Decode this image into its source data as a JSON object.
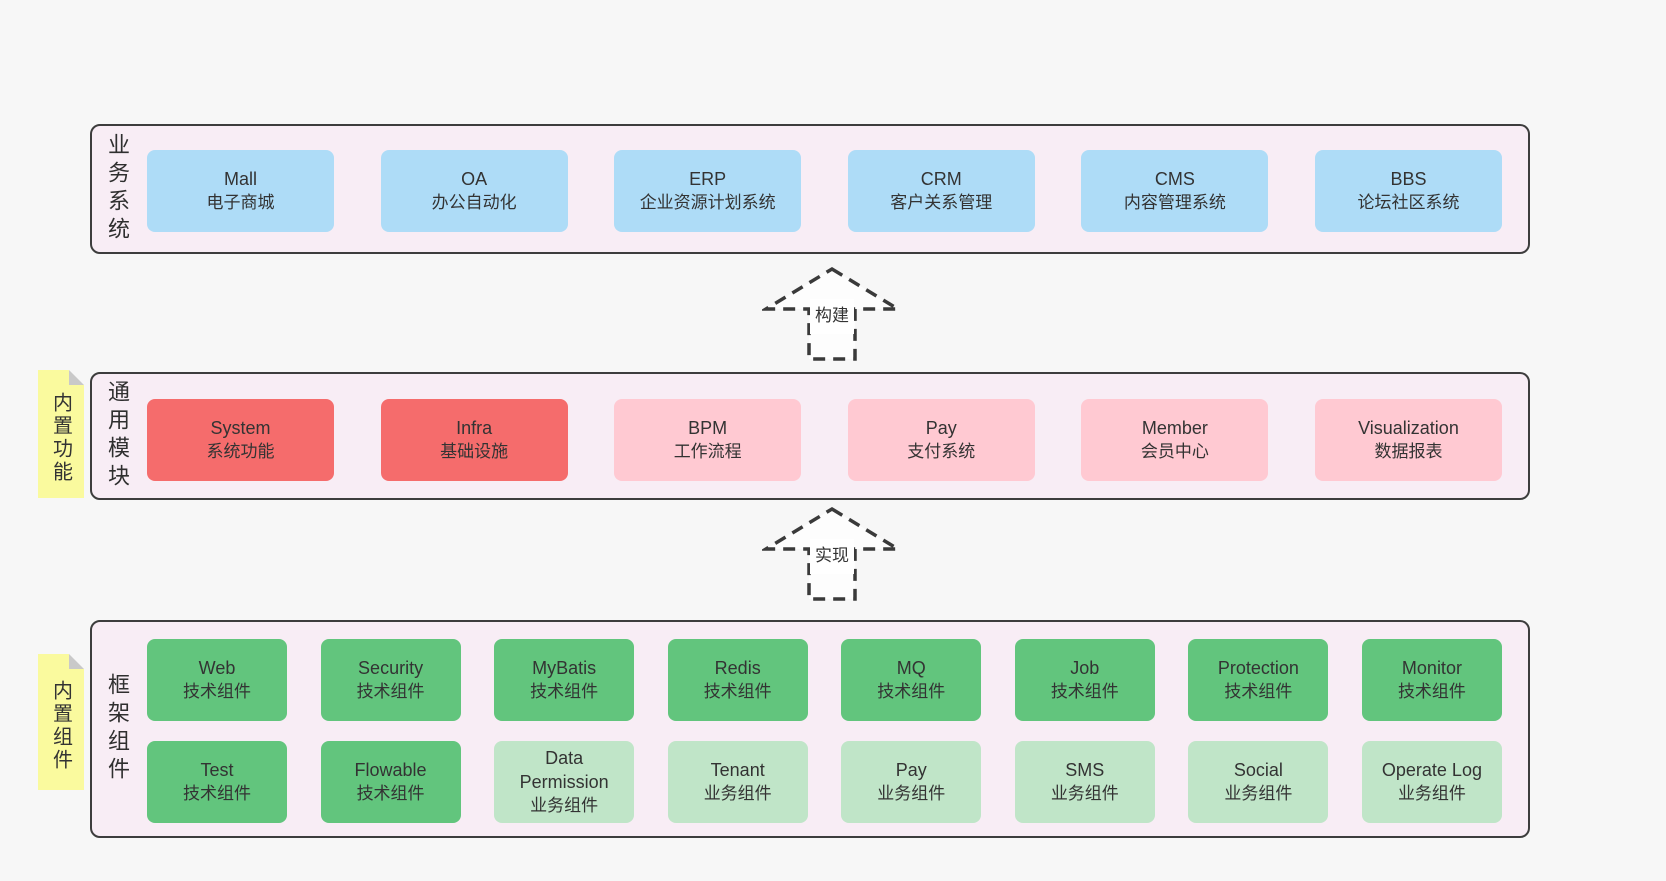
{
  "colors": {
    "page_bg": "#f7f7f7",
    "panel_bg": "#f8edf5",
    "panel_border": "#3d3d3d",
    "blue": "#aedcf7",
    "red": "#f56c6c",
    "pink": "#ffc9d2",
    "green": "#62c57d",
    "light_green": "#c0e5c8",
    "sticky_yellow": "#fafa9e",
    "sticky_fold_gray": "#c9c9c9",
    "text": "#333333"
  },
  "arrows": [
    {
      "label": "构建"
    },
    {
      "label": "实现"
    }
  ],
  "sections": [
    {
      "label": "业务系统",
      "boxes": [
        {
          "title": "Mall",
          "subtitle": "电子商城",
          "color": "blue"
        },
        {
          "title": "OA",
          "subtitle": "办公自动化",
          "color": "blue"
        },
        {
          "title": "ERP",
          "subtitle": "企业资源计划系统",
          "color": "blue"
        },
        {
          "title": "CRM",
          "subtitle": "客户关系管理",
          "color": "blue"
        },
        {
          "title": "CMS",
          "subtitle": "内容管理系统",
          "color": "blue"
        },
        {
          "title": "BBS",
          "subtitle": "论坛社区系统",
          "color": "blue"
        }
      ]
    },
    {
      "label": "通用模块",
      "sticky": "内置功能",
      "boxes": [
        {
          "title": "System",
          "subtitle": "系统功能",
          "color": "red"
        },
        {
          "title": "Infra",
          "subtitle": "基础设施",
          "color": "red"
        },
        {
          "title": "BPM",
          "subtitle": "工作流程",
          "color": "pink"
        },
        {
          "title": "Pay",
          "subtitle": "支付系统",
          "color": "pink"
        },
        {
          "title": "Member",
          "subtitle": "会员中心",
          "color": "pink"
        },
        {
          "title": "Visualization",
          "subtitle": "数据报表",
          "color": "pink"
        }
      ]
    },
    {
      "label": "框架组件",
      "sticky": "内置组件",
      "rows": [
        [
          {
            "title": "Web",
            "subtitle": "技术组件",
            "color": "green"
          },
          {
            "title": "Security",
            "subtitle": "技术组件",
            "color": "green"
          },
          {
            "title": "MyBatis",
            "subtitle": "技术组件",
            "color": "green"
          },
          {
            "title": "Redis",
            "subtitle": "技术组件",
            "color": "green"
          },
          {
            "title": "MQ",
            "subtitle": "技术组件",
            "color": "green"
          },
          {
            "title": "Job",
            "subtitle": "技术组件",
            "color": "green"
          },
          {
            "title": "Protection",
            "subtitle": "技术组件",
            "color": "green"
          },
          {
            "title": "Monitor",
            "subtitle": "技术组件",
            "color": "green"
          }
        ],
        [
          {
            "title": "Test",
            "subtitle": "技术组件",
            "color": "green"
          },
          {
            "title": "Flowable",
            "subtitle": "技术组件",
            "color": "green"
          },
          {
            "title": "Data Permission",
            "subtitle": "业务组件",
            "color": "light_green"
          },
          {
            "title": "Tenant",
            "subtitle": "业务组件",
            "color": "light_green"
          },
          {
            "title": "Pay",
            "subtitle": "业务组件",
            "color": "light_green"
          },
          {
            "title": "SMS",
            "subtitle": "业务组件",
            "color": "light_green"
          },
          {
            "title": "Social",
            "subtitle": "业务组件",
            "color": "light_green"
          },
          {
            "title": "Operate Log",
            "subtitle": "业务组件",
            "color": "light_green"
          }
        ]
      ]
    }
  ]
}
